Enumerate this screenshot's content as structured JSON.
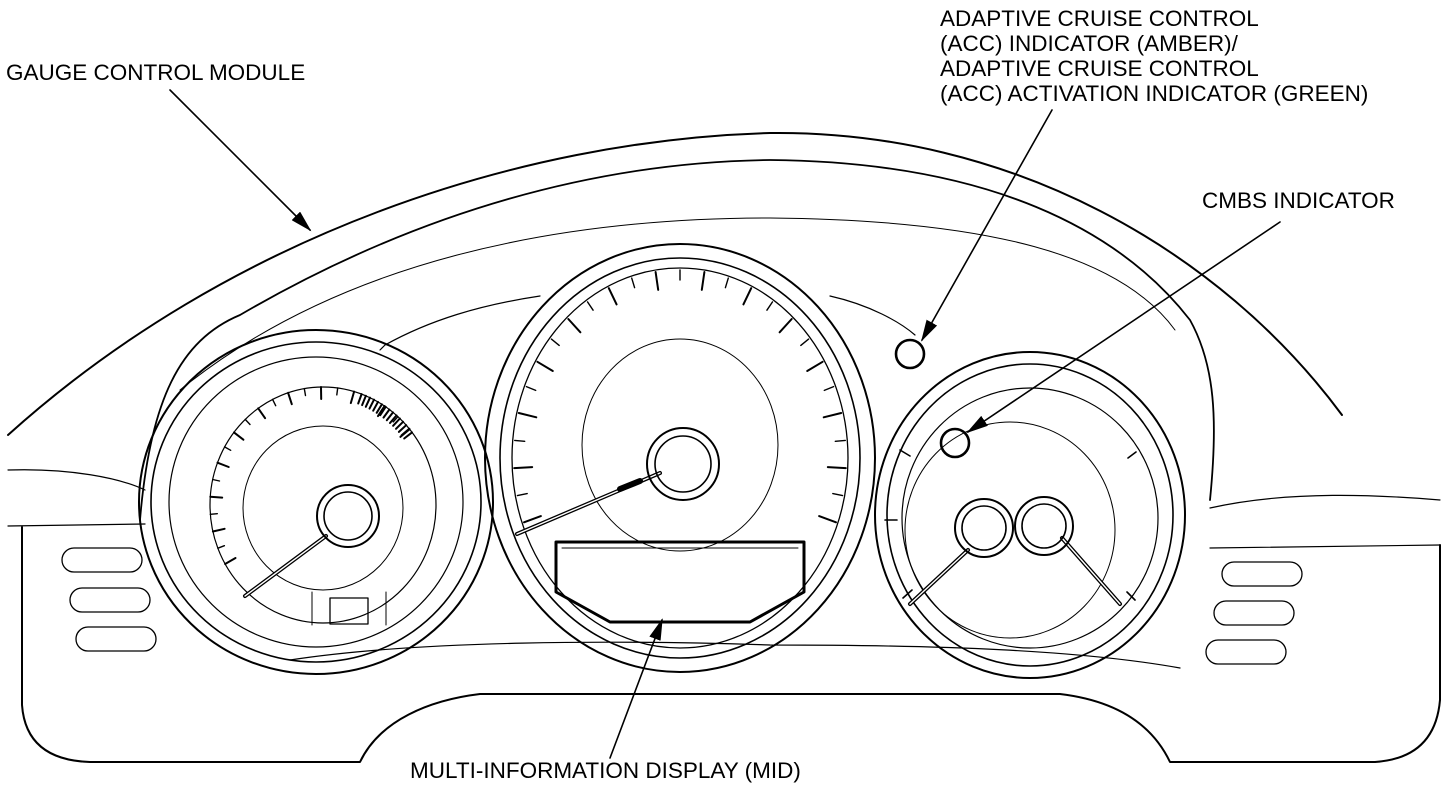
{
  "callouts": {
    "gauge_control_module": "GAUGE CONTROL MODULE",
    "acc_indicator": [
      "ADAPTIVE CRUISE CONTROL",
      "(ACC) INDICATOR (AMBER)/",
      "ADAPTIVE CRUISE CONTROL",
      "(ACC) ACTIVATION INDICATOR (GREEN)"
    ],
    "cmbs_indicator": "CMBS INDICATOR",
    "mid": "MULTI-INFORMATION DISPLAY (MID)"
  },
  "colors": {
    "line": "#000000",
    "background": "#ffffff"
  }
}
